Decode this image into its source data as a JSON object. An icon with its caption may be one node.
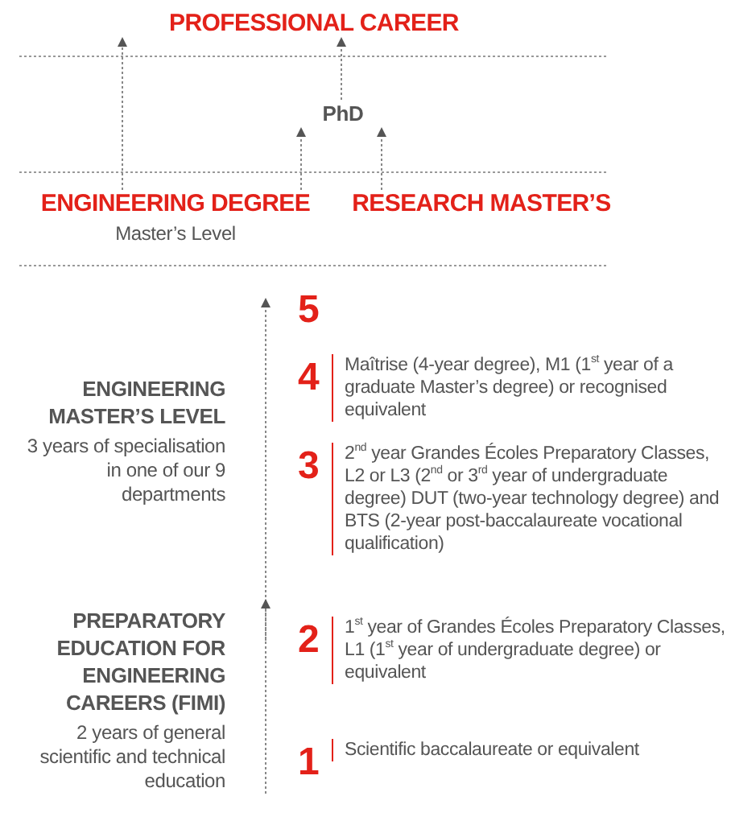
{
  "diagram": {
    "nodes": [
      {
        "text": [
          "PROFESSIONAL CAREER"
        ]
      },
      {
        "text": [
          "PhD"
        ]
      },
      {
        "text": [
          "ENGINEERING DEGREE",
          "Master’s Level"
        ]
      },
      {
        "text": [
          "RESEARCH MASTER’S"
        ]
      },
      {
        "text": [
          "ENGINEERING MASTER’S LEVEL",
          "3 years of specialisation in one of our 9 departments"
        ]
      },
      {
        "text": [
          "PREPARATORY EDUCATION FOR ENGINEERING CAREERS (FIMI)",
          "2 years of general scientific and technical education"
        ]
      }
    ],
    "edges": [
      {
        "from": 2,
        "to": 0,
        "arrow": "to"
      },
      {
        "from": 2,
        "to": 1,
        "arrow": "to"
      },
      {
        "from": 3,
        "to": 1,
        "arrow": "to"
      },
      {
        "from": 1,
        "to": 0,
        "arrow": "to"
      }
    ],
    "labels": [
      "5",
      "4",
      "Maîtrise (4-year degree), M1 (1$^{st}$ year of a graduate Master’s degree) or recognised equivalent",
      "3",
      "2$^{nd}$ year Grandes Écoles Preparatory Classes, L2 or L3 (2$^{nd}$ or 3$^{rd}$ year of undergraduate degree) DUT (two-year technology degree) and BTS (2-year post-baccalaureate vocational qualification)",
      "2",
      "1$^{st}$ year of Grandes Écoles Preparatory Classes, L1 (1$^{st}$ year of undergraduate degree) or equivalent",
      "1",
      "Scientific baccalaureate or equivalent"
    ]
  }
}
